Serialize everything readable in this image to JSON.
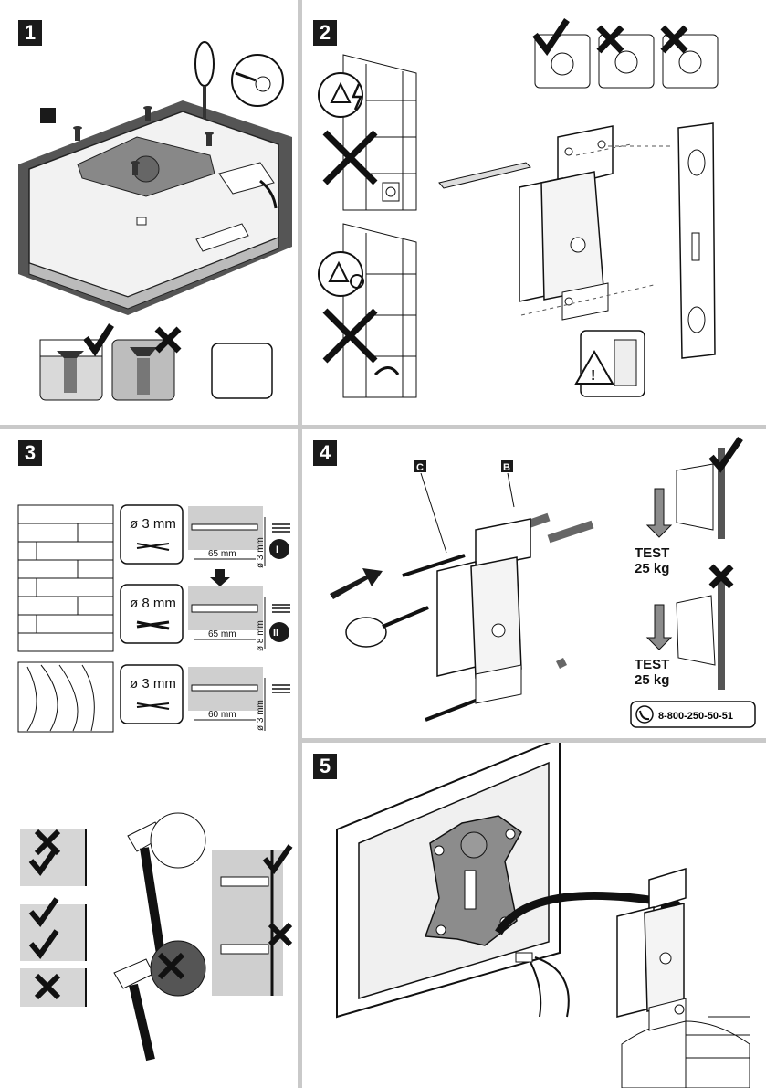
{
  "steps": {
    "s1": "1",
    "s2": "2",
    "s3": "3",
    "s4": "4",
    "s5": "5"
  },
  "drill_specs": [
    {
      "diameter": "ø 3 mm",
      "depth": "65 mm",
      "bit": "ø 3 mm",
      "stage": "I"
    },
    {
      "diameter": "ø 8 mm",
      "depth": "65 mm",
      "bit": "ø 8 mm",
      "stage": "II"
    },
    {
      "diameter": "ø 3 mm",
      "depth": "60 mm",
      "bit": "ø 3 mm",
      "stage": ""
    }
  ],
  "parts": {
    "c": "C",
    "b": "B"
  },
  "tests": [
    {
      "line1": "TEST",
      "line2": "25 kg"
    },
    {
      "line1": "TEST",
      "line2": "25 kg"
    }
  ],
  "phone": "8-800-250-50-51",
  "colors": {
    "accent": "#1a1a1a",
    "divider": "#c9c9c9",
    "gray": "#8c8c8c",
    "light": "#d9d9d9"
  }
}
